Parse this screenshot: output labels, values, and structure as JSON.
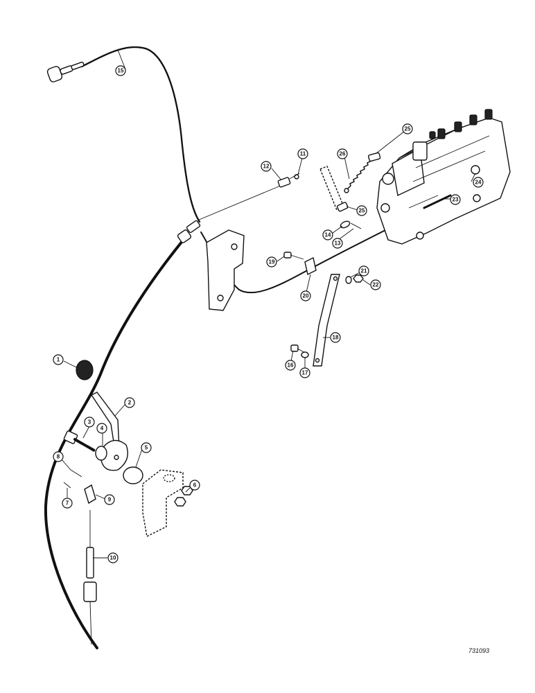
{
  "diagram": {
    "drawing_code": "731093",
    "callouts": [
      {
        "id": "c1",
        "label": "1"
      },
      {
        "id": "c2",
        "label": "2"
      },
      {
        "id": "c3",
        "label": "3"
      },
      {
        "id": "c4",
        "label": "4"
      },
      {
        "id": "c5",
        "label": "5"
      },
      {
        "id": "c6",
        "label": "6"
      },
      {
        "id": "c7",
        "label": "7"
      },
      {
        "id": "c8",
        "label": "8"
      },
      {
        "id": "c9",
        "label": "9"
      },
      {
        "id": "c10",
        "label": "10"
      },
      {
        "id": "c11",
        "label": "11"
      },
      {
        "id": "c12",
        "label": "12"
      },
      {
        "id": "c13",
        "label": "13"
      },
      {
        "id": "c14",
        "label": "14"
      },
      {
        "id": "c15",
        "label": "15"
      },
      {
        "id": "c16",
        "label": "16"
      },
      {
        "id": "c17",
        "label": "17"
      },
      {
        "id": "c18",
        "label": "18"
      },
      {
        "id": "c19",
        "label": "19"
      },
      {
        "id": "c20",
        "label": "20"
      },
      {
        "id": "c21",
        "label": "21"
      },
      {
        "id": "c22",
        "label": "22"
      },
      {
        "id": "c23",
        "label": "23"
      },
      {
        "id": "c24",
        "label": "24"
      },
      {
        "id": "c25a",
        "label": "25"
      },
      {
        "id": "c25b",
        "label": "25"
      },
      {
        "id": "c26",
        "label": "26"
      }
    ]
  }
}
